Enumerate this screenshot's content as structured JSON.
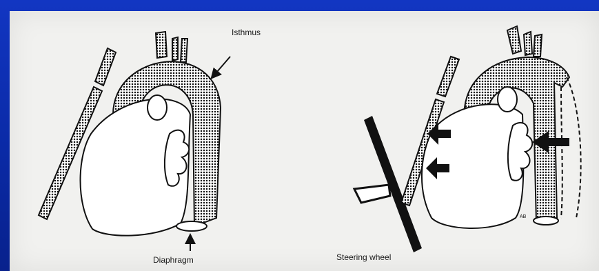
{
  "diagram": {
    "labels": {
      "isthmus": "Isthmus",
      "diaphragm": "Diaphragm",
      "steering_wheel": "Steering wheel"
    },
    "artist_initials": "AB",
    "colors": {
      "slide_background": "#0a2aa6",
      "panel": "#f1f1ef",
      "ink": "#111111"
    }
  }
}
